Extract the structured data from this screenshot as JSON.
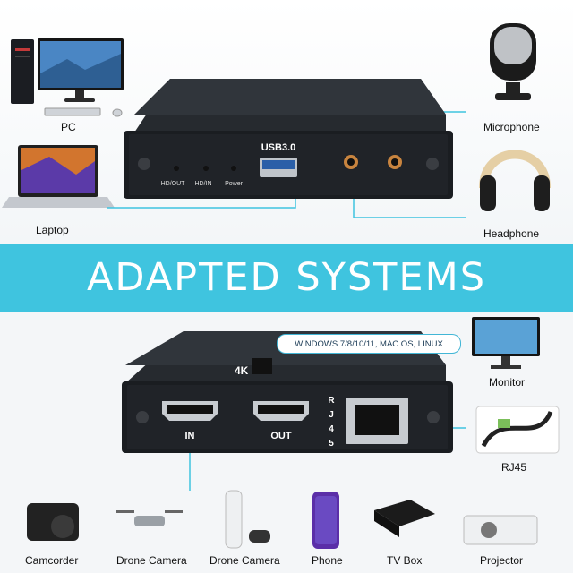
{
  "banner": {
    "title": "ADAPTED SYSTEMS"
  },
  "top_device": {
    "port_label_usb": "USB3.0",
    "port_labels": [
      "HD/OUT",
      "HD/IN",
      "Power"
    ]
  },
  "bottom_device": {
    "os_label": "WINDOWS 7/8/10/11, MAC OS, LINUX",
    "hdmi_in": "IN",
    "hdmi_out": "OUT",
    "rj45_letters": [
      "R",
      "J",
      "4",
      "5"
    ],
    "badge": "4K"
  },
  "peripherals_top": [
    "PC",
    "Laptop",
    "Microphone",
    "Headphone"
  ],
  "peripherals_bottom": [
    "Monitor",
    "RJ45"
  ],
  "devices_row": [
    "Camcorder",
    "Drone Camera",
    "Drone Camera",
    "Phone",
    "TV Box",
    "Projector"
  ],
  "accent_color": "#3fc4df"
}
